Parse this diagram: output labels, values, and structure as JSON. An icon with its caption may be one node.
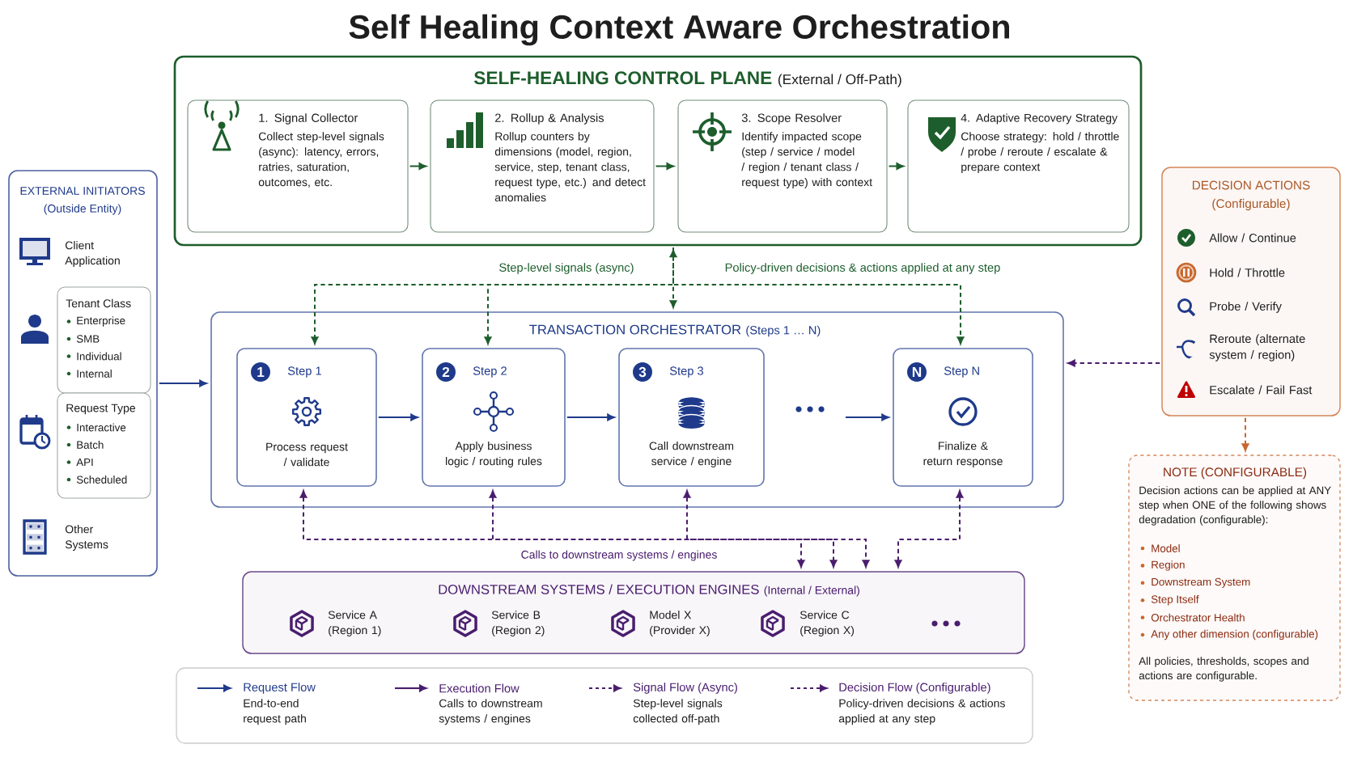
{
  "diagram": {
    "title": "Self Healing Context Aware Orchestration",
    "nodes": [
      {
        "text": [
          "SELF-HEALING CONTROL PLANE",
          "(External / Off-Path)"
        ]
      },
      {
        "text": [
          "1. Signal Collector",
          "Collect step-level signals (async): latency, errors, ratries, saturation, outcomes, etc."
        ],
        "in": 0
      },
      {
        "text": [
          "2. Rollup & Analysis",
          "Rollup counters by dimensions (model, region, service, step, tenant class, request type, etc.) and detect anomalies"
        ],
        "in": 0
      },
      {
        "text": [
          "3. Scope Resolver",
          "Identify impacted scope (step / service / model / region / tenant class / request type) with context"
        ],
        "in": 0
      },
      {
        "text": [
          "4. Adaptive Recovery Strategy",
          "Choose strategy: hold / throttle / probe / reroute / escalate & prepare context"
        ],
        "in": 0
      },
      {
        "text": [
          "EXTERNAL INITIATORS",
          "(Outside Entity)"
        ]
      },
      {
        "text": [
          "Client Application"
        ],
        "in": 5
      },
      {
        "text": [
          "Tenant Class",
          "Enterprise",
          "SMB",
          "Individual",
          "Internal"
        ],
        "in": 5
      },
      {
        "text": [
          "Request Type",
          "Interactive",
          "Batch",
          "API",
          "Scheduled"
        ],
        "in": 5
      },
      {
        "text": [
          "Other Systems"
        ],
        "in": 5
      },
      {
        "text": [
          "TRANSACTION ORCHESTRATOR",
          "(Steps 1 … N)"
        ]
      },
      {
        "text": [
          "1",
          "Step 1",
          "Process request / validate"
        ],
        "in": 10
      },
      {
        "text": [
          "2",
          "Step 2",
          "Apply business logic / routing rules"
        ],
        "in": 10
      },
      {
        "text": [
          "3",
          "Step 3",
          "Call downstream service / engine"
        ],
        "in": 10
      },
      {
        "text": [
          "N",
          "Step N",
          "Finalize & return response"
        ],
        "in": 10
      },
      {
        "text": [
          "DECISION ACTIONS",
          "(Configurable)",
          "Allow / Continue",
          "Hold / Throttle",
          "Probe / Verify",
          "Reroute (alternate system / region)",
          "Escalate / Fail Fast"
        ]
      },
      {
        "text": [
          "NOTE (CONFIGURABLE)",
          "Decision actions can be applied at ANY step when ONE of the following shows degradation (configurable):",
          "Model",
          "Region",
          "Downstream System",
          "Step Itself",
          "Orchestrator Health",
          "Any other dimension (configurable)",
          "All policies, thresholds, scopes and actions are configurable."
        ]
      },
      {
        "text": [
          "DOWNSTREAM SYSTEMS / EXECUTION ENGINES",
          "(Internal / External)"
        ]
      },
      {
        "text": [
          "Service A (Region 1)"
        ],
        "in": 17
      },
      {
        "text": [
          "Service B (Region 2)"
        ],
        "in": 17
      },
      {
        "text": [
          "Model X (Provider X)"
        ],
        "in": 17
      },
      {
        "text": [
          "Service C (Region X)"
        ],
        "in": 17
      }
    ],
    "edges": [
      {
        "from": 1,
        "to": 2,
        "arrow": "to",
        "color": "#1d5e2c"
      },
      {
        "from": 2,
        "to": 3,
        "arrow": "to",
        "color": "#1d5e2c"
      },
      {
        "from": 3,
        "to": 4,
        "arrow": "to",
        "color": "#1d5e2c"
      },
      {
        "from": 0,
        "to": 10,
        "arrow": "both",
        "style": "dashed",
        "color": "#1d5e2c"
      },
      {
        "from": 0,
        "to": 11,
        "arrow": "to",
        "style": "dashed",
        "color": "#1d5e2c"
      },
      {
        "from": 0,
        "to": 12,
        "arrow": "to",
        "style": "dashed",
        "color": "#1d5e2c"
      },
      {
        "from": 0,
        "to": 14,
        "arrow": "to",
        "style": "dashed",
        "color": "#1d5e2c"
      },
      {
        "from": 5,
        "to": 10,
        "arrow": "to",
        "color": "#1f3a8a"
      },
      {
        "from": 11,
        "to": 12,
        "arrow": "to",
        "color": "#1f3a8a"
      },
      {
        "from": 12,
        "to": 13,
        "arrow": "to",
        "color": "#1f3a8a"
      },
      {
        "from": null,
        "to": 14,
        "arrow": "to",
        "color": "#1f3a8a"
      },
      {
        "from": 15,
        "to": 10,
        "arrow": "to",
        "style": "dashed",
        "color": "#4a1d6e"
      },
      {
        "from": 15,
        "to": 16,
        "arrow": "to",
        "style": "dashed",
        "color": "#c8682e"
      },
      {
        "from": 11,
        "to": 17,
        "arrow": "both",
        "style": "dashed",
        "color": "#4a1d6e"
      },
      {
        "from": 12,
        "to": 17,
        "arrow": "both",
        "style": "dashed",
        "color": "#4a1d6e"
      },
      {
        "from": 13,
        "to": 17,
        "arrow": "both",
        "style": "dashed",
        "color": "#4a1d6e"
      },
      {
        "from": 14,
        "to": 17,
        "arrow": "both",
        "style": "dashed",
        "color": "#4a1d6e"
      }
    ],
    "labels": [
      "Step-level signals (async)",
      "Policy-driven decisions & actions applied at any step",
      "Calls to downstream systems / engines",
      "End-to-end request path",
      "Calls to downstream systems / engines",
      "Step-level signals collected off-path",
      "Policy-driven decisions & actions applied at any step"
    ],
    "legend": [
      {
        "text": "Request Flow"
      },
      {
        "text": "Execution Flow"
      },
      {
        "text": "Signal Flow (Async)"
      },
      {
        "text": "Decision Flow (Configurable)"
      }
    ]
  }
}
